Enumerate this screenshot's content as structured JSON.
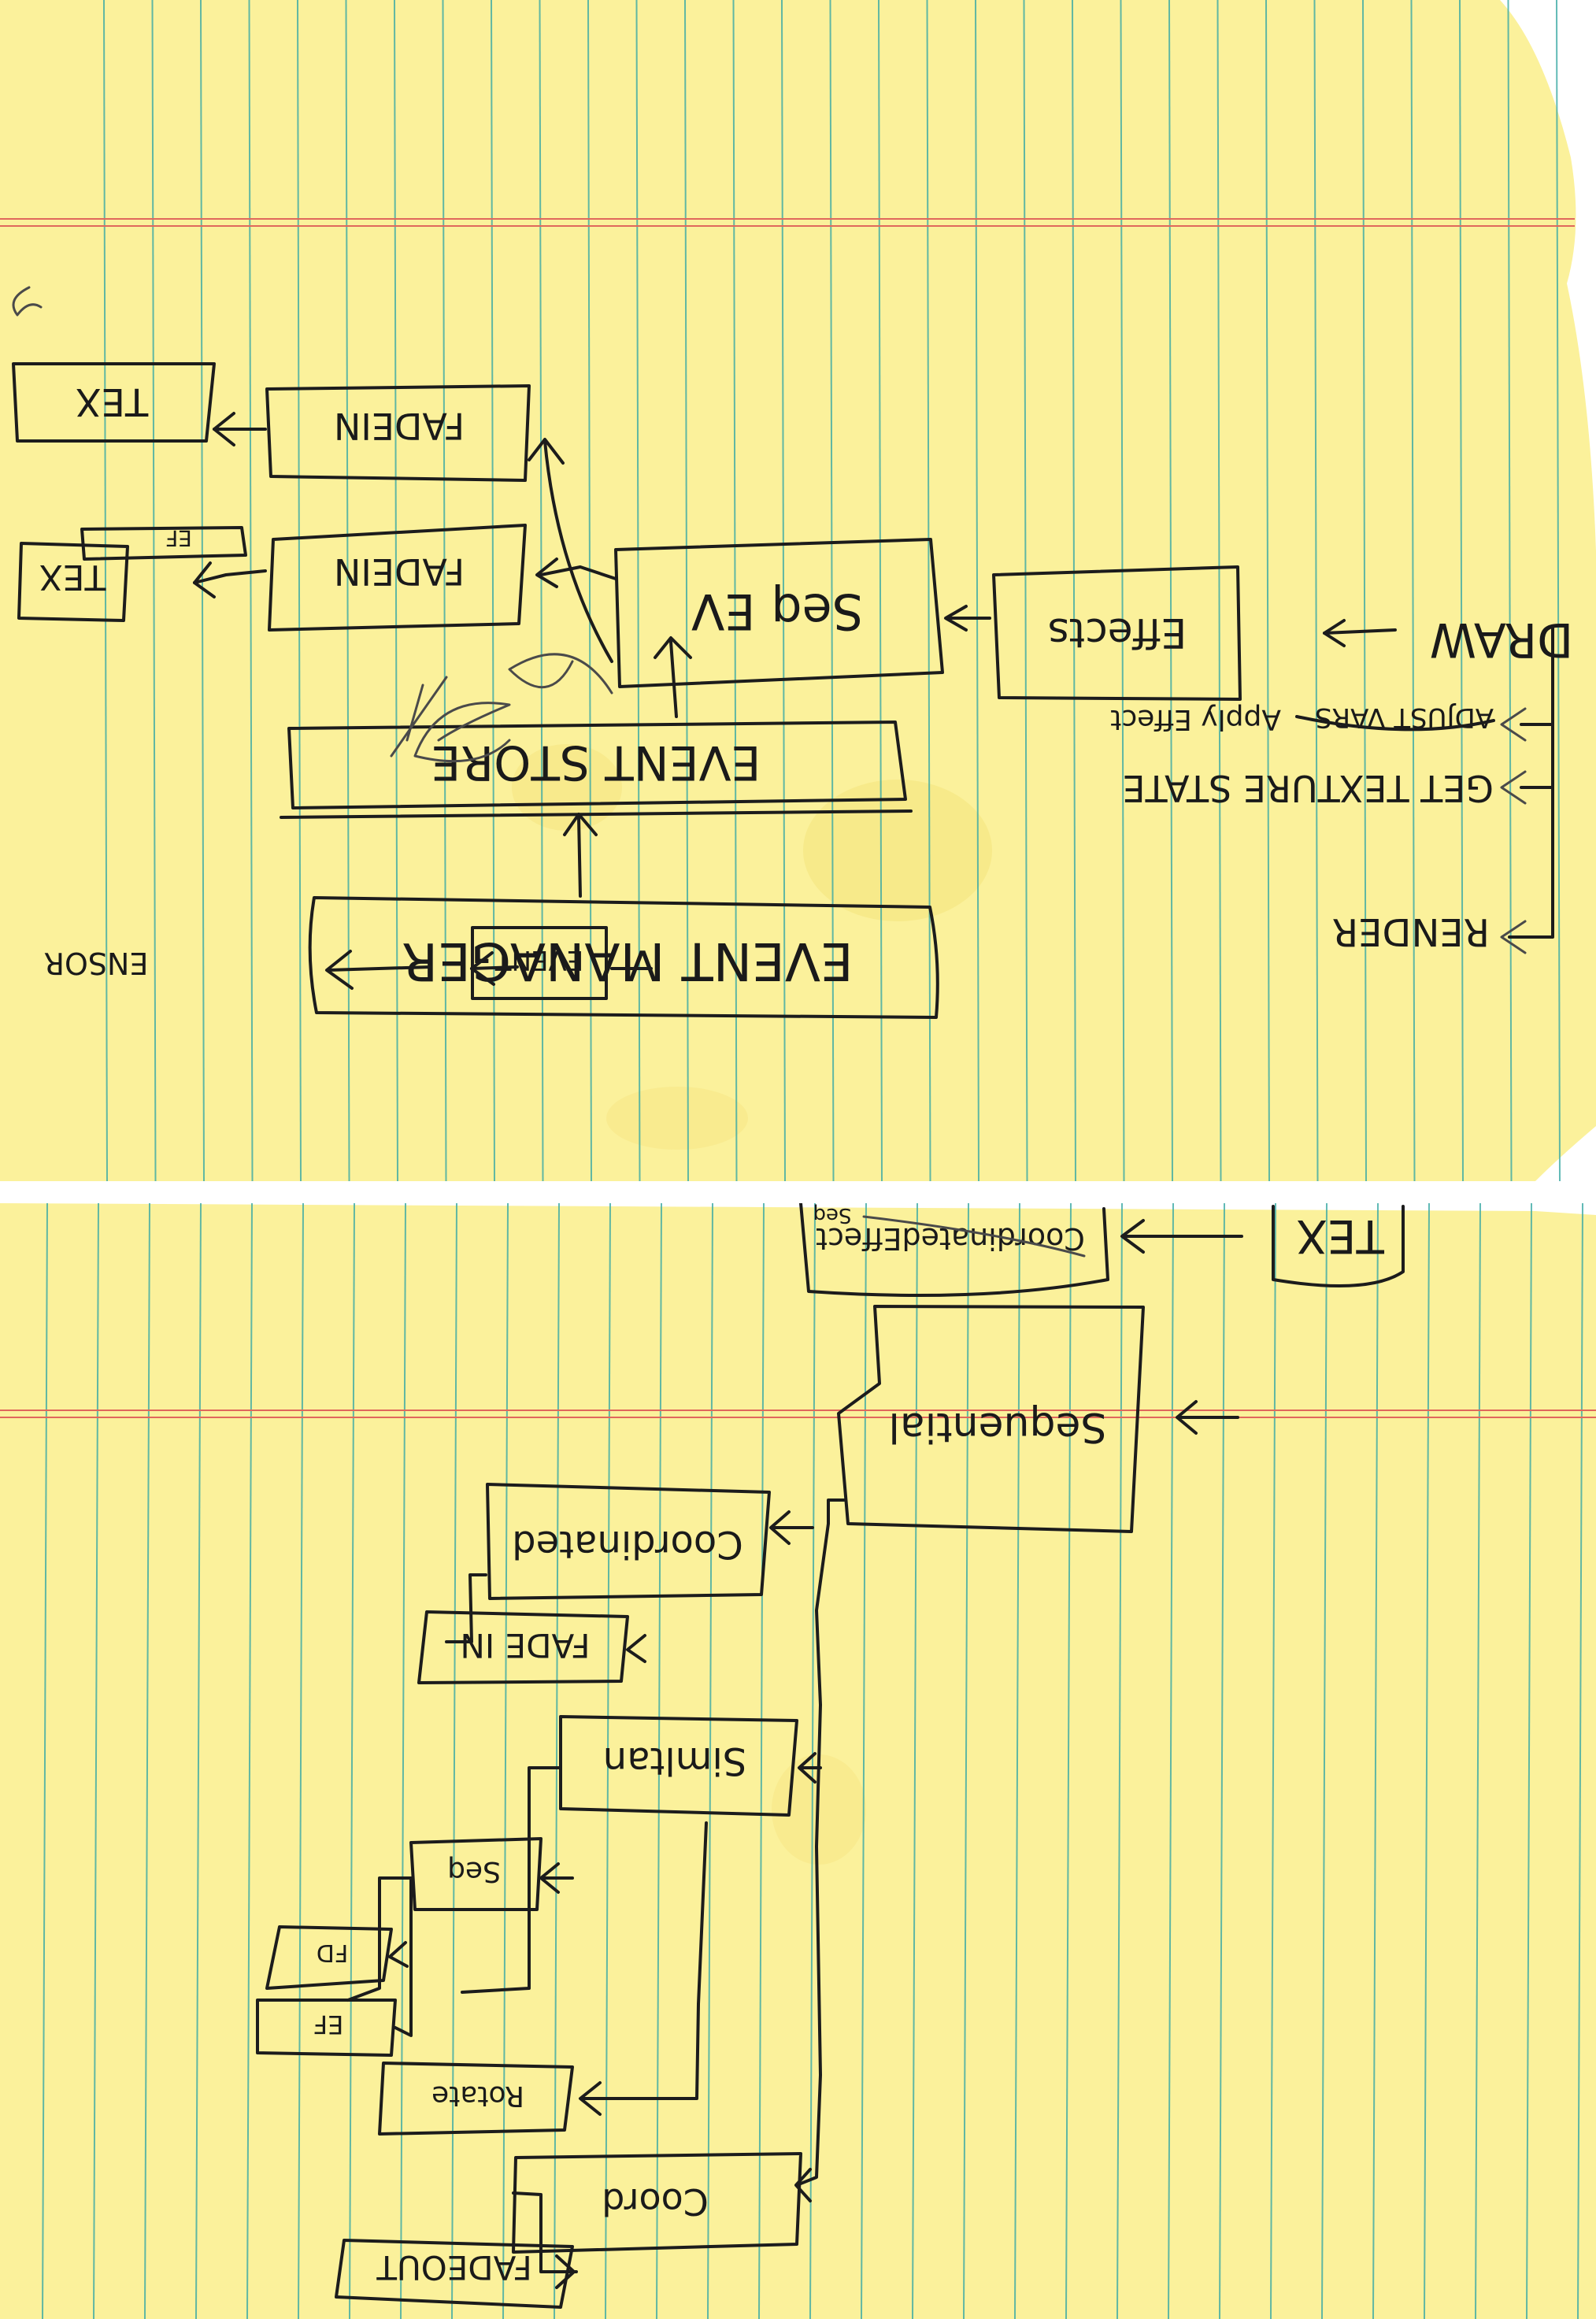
{
  "paper": {
    "color": "#fbf19b",
    "rule_color": "#3aa9a5",
    "margin_color": "#e0685c",
    "ink_color": "#1c1c1c",
    "stain_color": "#f2dc6a"
  },
  "top_sheet": {
    "nodes": {
      "draw": "DRAW",
      "effects": "Effects",
      "seq_ev": "Seq EV",
      "fadein_a": "FADEIN",
      "fadein_b": "FADEIN",
      "tex_a": "TEX",
      "tex_b": "TEX",
      "ef": "EF",
      "event_store": "EVENT STORE",
      "event_manager": "EVENT MANAGER",
      "event": "EVENT",
      "ensor": "ENSOR"
    },
    "steps": {
      "adjust_struck": "ADJUST VARS",
      "apply_effect": "Apply Effect",
      "get_texture_state": "GET TEXTURE STATE",
      "render": "RENDER"
    }
  },
  "bottom_sheet": {
    "nodes": {
      "coord": "Coord",
      "fadeout": "FADEOUT",
      "rotate": "Rotate",
      "ef": "EF",
      "fd": "FD",
      "seq": "Seq",
      "simultan": "Simltan",
      "fade_in": "FADE IN",
      "coordinated": "Coordinated",
      "sequential": "Sequential",
      "coordinated_effect": "CoordinatedEffect",
      "coordinated_effect_sub": "Seq",
      "tex": "TEX"
    }
  }
}
